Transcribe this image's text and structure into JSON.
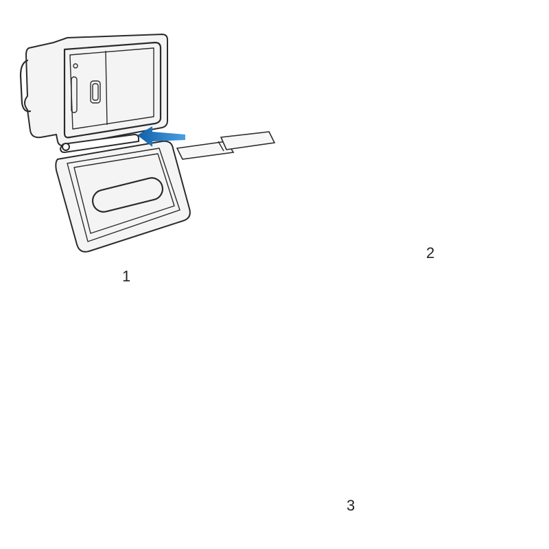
{
  "steps": [
    {
      "label": "1"
    },
    {
      "label": "2"
    },
    {
      "label": "3"
    }
  ],
  "colors": {
    "arrow": "#1f7ec4",
    "line": "#2a2a2a",
    "background": "#ffffff"
  },
  "icons": [
    "arrow-icon"
  ]
}
